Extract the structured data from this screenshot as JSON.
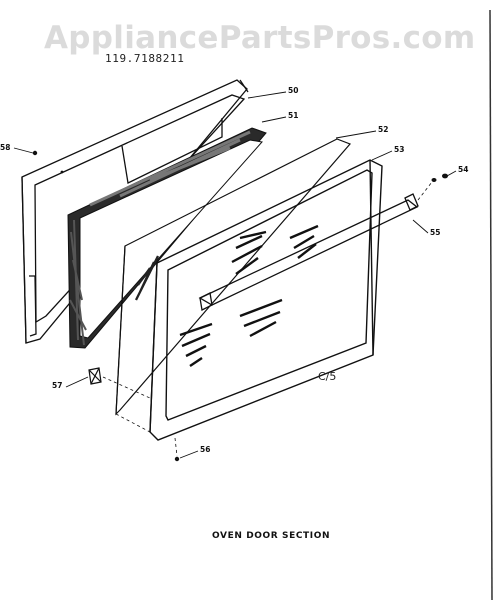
{
  "watermark": "AppliancePartsPros.com",
  "model_number": "119.7188211",
  "callouts": {
    "c50": "50",
    "c51": "51",
    "c52": "52",
    "c53": "53",
    "c54": "54",
    "c55": "55",
    "c56": "56",
    "c57": "57",
    "c58": "58"
  },
  "handwritten_note": "C/5",
  "caption": "OVEN DOOR SECTION"
}
